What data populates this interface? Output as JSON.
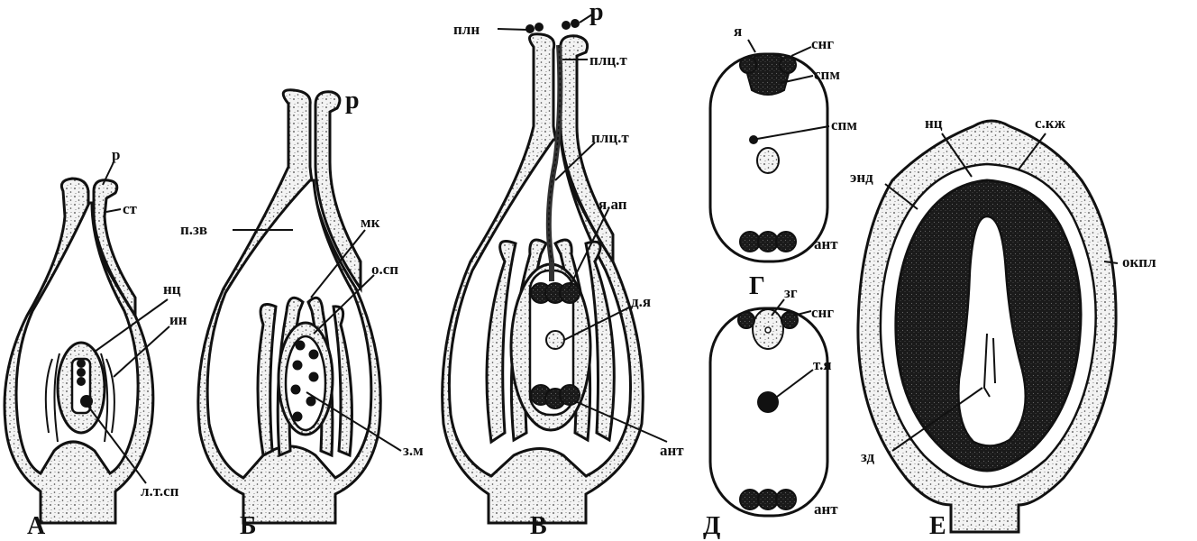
{
  "panels": {
    "A": {
      "letter": "А",
      "labels": {
        "r": "р",
        "st": "ст",
        "nc": "нц",
        "in": "ин",
        "lt": "л.т.сп"
      }
    },
    "B": {
      "letter": "Б",
      "labels": {
        "r": "р",
        "pzv": "п.зв",
        "mk": "мк",
        "osp": "о.сп",
        "zm": "з.м"
      }
    },
    "V": {
      "letter": "В",
      "labels": {
        "pln": "плн",
        "r": "р",
        "plct1": "плц.т",
        "plct2": "плц.т",
        "yap": "я.ап",
        "dya": "д.я",
        "ant": "ант"
      }
    },
    "G": {
      "letter": "Г",
      "labels": {
        "ya": "я",
        "sng": "снг",
        "spm1": "спм",
        "spm2": "спм",
        "ant": "ант"
      }
    },
    "D": {
      "letter": "Д",
      "labels": {
        "zg": "зг",
        "sng": "снг",
        "tya": "т.я",
        "ant": "ант"
      }
    },
    "E": {
      "letter": "Е",
      "labels": {
        "nc": "нц",
        "skzh": "с.кж",
        "end": "энд",
        "okpl": "окпл",
        "zd": "зд"
      }
    }
  }
}
